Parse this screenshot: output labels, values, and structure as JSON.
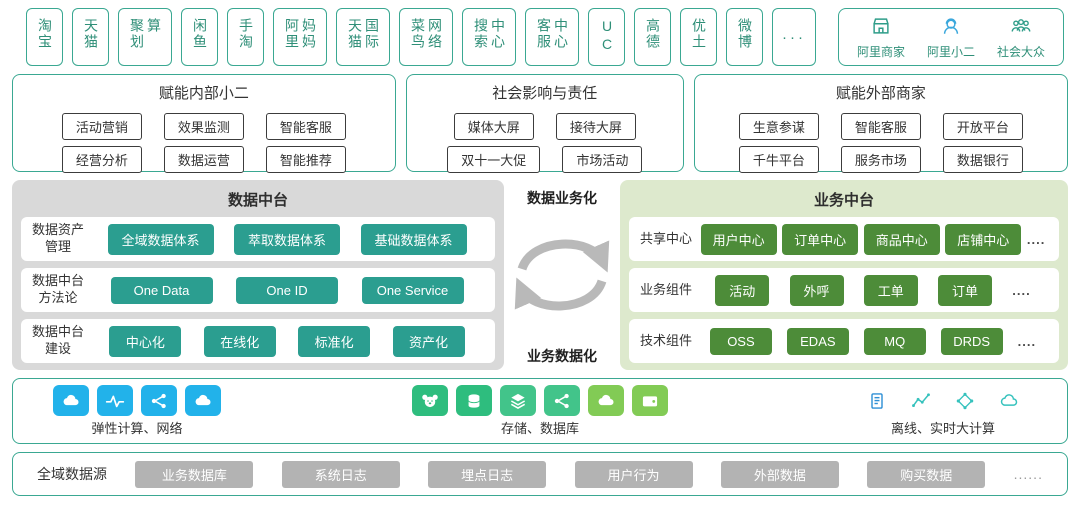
{
  "colors": {
    "teal_border": "#3aa892",
    "teal_chip": "#2b9e90",
    "green_chip": "#4d8c39",
    "gray_panel": "#d9d9d9",
    "green_panel": "#dde9cd",
    "gray_chip": "#b3b3b3",
    "blue_icon": "#22b2ea",
    "green_icon": "#2ebd7e",
    "lime_icon": "#82cb55",
    "cyan_icon": "#36c2bd"
  },
  "top_apps": [
    "淘宝",
    "天猫",
    "聚划算",
    "闲鱼",
    "手淘",
    "阿里妈妈",
    "天猫国际",
    "菜鸟网络",
    "搜索中心",
    "客服中心",
    "UC",
    "高德",
    "优土",
    "微博",
    "···"
  ],
  "audiences": [
    {
      "icon": "storefront-icon",
      "label": "阿里商家"
    },
    {
      "icon": "agent-icon",
      "label": "阿里小二"
    },
    {
      "icon": "crowd-icon",
      "label": "社会大众"
    }
  ],
  "sections": [
    {
      "title": "赋能内部小二",
      "rows": [
        [
          "活动营销",
          "效果监测",
          "智能客服"
        ],
        [
          "经营分析",
          "数据运营",
          "智能推荐"
        ]
      ]
    },
    {
      "title": "社会影响与责任",
      "rows": [
        [
          "媒体大屏",
          "接待大屏"
        ],
        [
          "双十一大促",
          "市场活动"
        ]
      ]
    },
    {
      "title": "赋能外部商家",
      "rows": [
        [
          "生意参谋",
          "智能客服",
          "开放平台"
        ],
        [
          "千牛平台",
          "服务市场",
          "数据银行"
        ]
      ]
    }
  ],
  "data_platform": {
    "title": "数据中台",
    "rows": [
      {
        "label": "数据资产管理",
        "items": [
          "全域数据体系",
          "萃取数据体系",
          "基础数据体系"
        ]
      },
      {
        "label": "数据中台方法论",
        "items": [
          "One Data",
          "One ID",
          "One Service"
        ]
      },
      {
        "label": "数据中台建设",
        "items": [
          "中心化",
          "在线化",
          "标准化",
          "资产化"
        ]
      }
    ]
  },
  "cycle": {
    "top_label": "数据业务化",
    "bottom_label": "业务数据化"
  },
  "business_platform": {
    "title": "业务中台",
    "rows": [
      {
        "label": "共享中心",
        "items": [
          "用户中心",
          "订单中心",
          "商品中心",
          "店铺中心"
        ],
        "more": "...."
      },
      {
        "label": "业务组件",
        "items": [
          "活动",
          "外呼",
          "工单",
          "订单"
        ],
        "more": "...."
      },
      {
        "label": "技术组件",
        "items": [
          "OSS",
          "EDAS",
          "MQ",
          "DRDS"
        ],
        "more": "...."
      }
    ]
  },
  "infrastructure": {
    "groups": [
      {
        "label": "弹性计算、网络",
        "icons": [
          "cloud-icon",
          "pulse-icon",
          "share-nodes-icon",
          "cloud-icon"
        ]
      },
      {
        "label": "存储、数据库",
        "icons": [
          "koala-icon",
          "coins-icon",
          "layers-icon",
          "share-nodes-icon",
          "cloud-icon",
          "wallet-icon"
        ]
      },
      {
        "label": "离线、实时大计算",
        "icons": [
          "report-icon",
          "line-chart-icon",
          "diamond-network-icon",
          "cloud-outline-icon"
        ]
      }
    ]
  },
  "data_sources": {
    "label": "全域数据源",
    "items": [
      "业务数据库",
      "系统日志",
      "埋点日志",
      "用户行为",
      "外部数据",
      "购买数据"
    ],
    "more": "......"
  }
}
